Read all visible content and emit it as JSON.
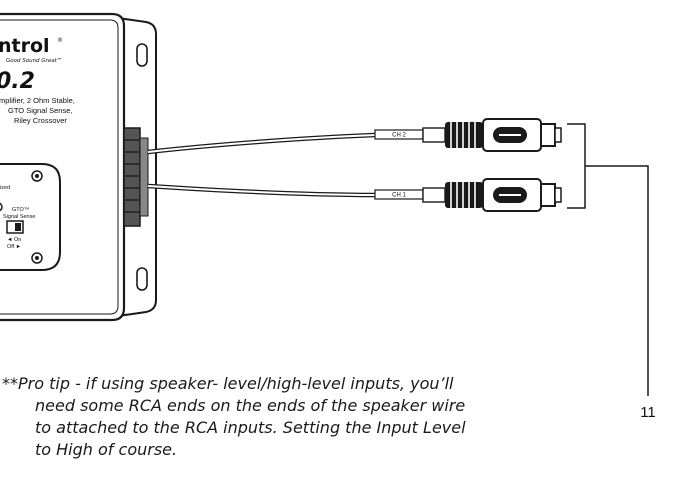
{
  "device": {
    "brand": "ntrol",
    "brand_mark": "®",
    "tagline": "Good Sound Great™",
    "model": "0.2",
    "desc_lines": [
      "mplifier, 2 Ohm Stable,",
      "GTO Signal Sense,",
      "Riley Crossover"
    ],
    "panel_label_1": "ized",
    "panel_label_2": "GTO™",
    "panel_label_3": "Signal Sense",
    "switch_on": "◄ On",
    "switch_off": "Off ►"
  },
  "cables": [
    {
      "label": "CH 2"
    },
    {
      "label": "CH 1"
    }
  ],
  "callout": {
    "number": "11"
  },
  "tip": {
    "line1": "**Pro tip - if using speaker- level/high-level inputs, you’ll",
    "line2": "need some RCA ends on the ends of the speaker wire",
    "line3": "to attached to the RCA inputs. Setting the Input Level",
    "line4": "to High of course."
  }
}
